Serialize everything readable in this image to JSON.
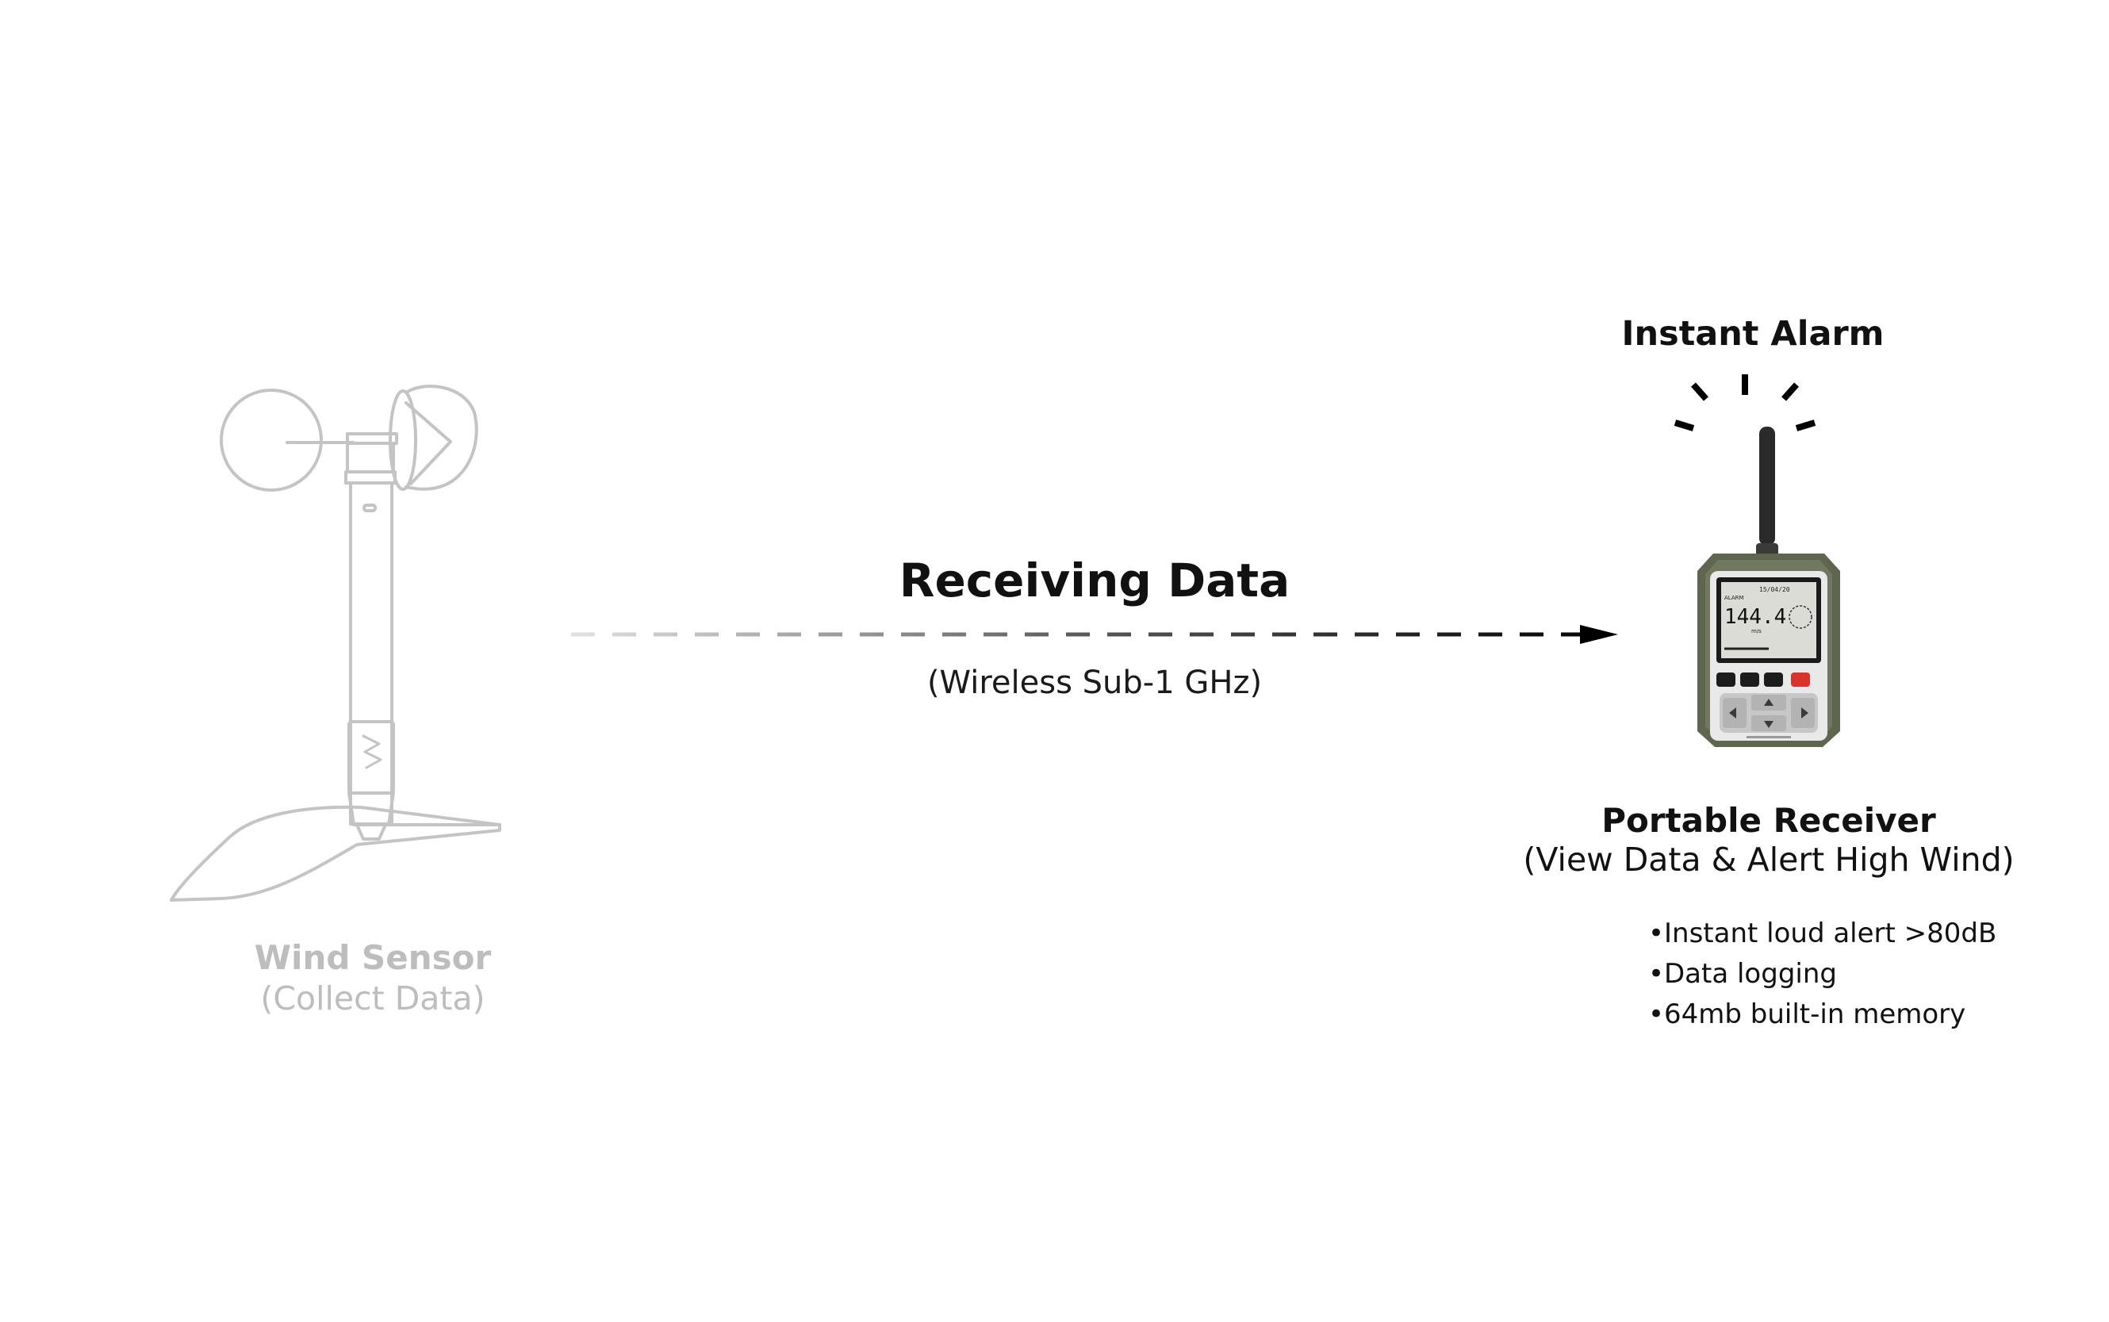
{
  "sensor": {
    "title": "Wind Sensor",
    "subtitle": "(Collect Data)",
    "icon": "anemometer-icon",
    "color": "#bdbdbd"
  },
  "link": {
    "title": "Receiving Data",
    "subtitle": "(Wireless Sub-1 GHz)"
  },
  "alarm": {
    "title": "Instant Alarm",
    "icon": "alarm-rays-icon"
  },
  "receiver": {
    "title": "Portable Receiver",
    "subtitle": "(View Data & Alert High Wind)",
    "icon": "portable-receiver-device",
    "screen": {
      "date": "15/04/20",
      "alarm_label": "ALARM",
      "reading": "144.4",
      "unit": "m/s"
    },
    "features": [
      "Instant loud alert >80dB",
      "Data logging",
      "64mb built-in memory"
    ]
  }
}
